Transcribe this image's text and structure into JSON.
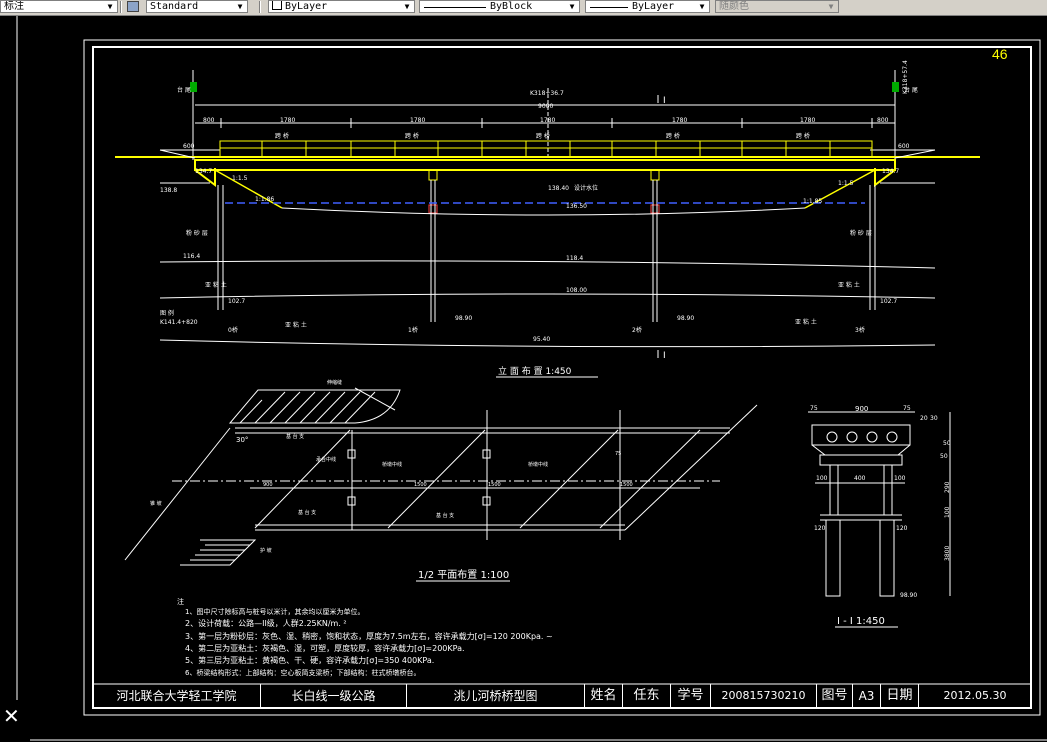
{
  "toolbar": {
    "style_combo": "标注",
    "textstyle_combo": "Standard",
    "layer_combo": "ByLayer",
    "linetype_combo": "ByBlock",
    "lineweight_combo": "ByLayer",
    "color_combo": "随颜色"
  },
  "drawing": {
    "page_number": "46",
    "elevation": {
      "title": "立 面 布 置  1:450",
      "section_mark": "I",
      "left_end": "台 尾",
      "right_end": "台 尾",
      "center_station": "K318+36.7",
      "right_station": "K318+57.4",
      "left_station": "K141.4+820",
      "total_length": "9000",
      "spans": [
        "1780",
        "1780",
        "1780",
        "1780",
        "1780"
      ],
      "end_dims": [
        "800",
        "800"
      ],
      "abut_dims": [
        "600",
        "600"
      ],
      "span_labels": [
        "跨 桥",
        "跨 桥",
        "跨 桥",
        "跨 桥",
        "跨 桥"
      ],
      "slope_left": "1:1.5",
      "slope_right": "1:1.5",
      "slope_a": "1:1.86",
      "slope_b": "1:1.85",
      "water_level": "138.40",
      "water_label": "设计水位",
      "water_level2": "136.50",
      "elev_left_top": "134.7",
      "elev_right_top": "134.7",
      "elev_left2": "138.8",
      "elev_bank": "116.4",
      "elev_mid": "118.4",
      "elev_low": "108.00",
      "elev_left_pile": "102.7",
      "elev_right_pile": "102.7",
      "elev_p1": "98.90",
      "elev_p2": "98.90",
      "elev_bottom": "95.40",
      "soil_1": "粉 砂 层",
      "soil_2": "粉 砂 层",
      "soil_3": "亚 粘 土",
      "soil_4": "亚 粘 土",
      "soil_5": "亚 粘 土",
      "soil_6": "亚 粘 土",
      "soil_7": "图 例",
      "pier_labels": [
        "0桥",
        "1桥",
        "2桥",
        "3桥"
      ]
    },
    "plan": {
      "title": "1/2 平面布置   1:100",
      "road_label": "路线中线",
      "angle": "30°",
      "span_dims": [
        "900",
        "1500",
        "1500",
        "1500"
      ],
      "tags": [
        "伸缩缝",
        "承台中线",
        "桥墩中线",
        "桥墩中线",
        "基 台 支",
        "基 台 支",
        "基 台 支",
        "护 坡",
        "锥 坡"
      ],
      "edge_dim": "75"
    },
    "section": {
      "title": "I - I  1:450",
      "top_width": "900",
      "top_sides": [
        "75",
        "75"
      ],
      "right_dims": [
        "20",
        "50",
        "30",
        "50"
      ],
      "mid_dims": [
        "100",
        "400",
        "100"
      ],
      "col_dims": [
        "120",
        "120"
      ],
      "height_dims": [
        "290",
        "100",
        "3800"
      ],
      "base_elev": "98.90"
    },
    "notes": {
      "header": "注",
      "lines": [
        "1、图中尺寸除标高与桩号以米计，其余均以厘米为单位。",
        "2、设计荷载：公路—II级，人群2.25KN/m.  ²",
        "3、第一层为粉砂层：灰色、湿、稍密，饱和状态，厚度为7.5m左右，容许承载力[σ]=120    200Kpa. ~",
        "4、第二层为亚粘土：灰褐色、湿，可塑，厚度较厚，容许承载力[σ]=200KPa.",
        "5、第三层为亚粘土：黄褐色、干、硬，容许承载力[σ]=350    400KPa.",
        "6、桥梁结构形式：上部结构：空心板简支梁桥；下部结构：柱式桥墩桥台。"
      ]
    }
  },
  "title_block": {
    "school": "河北联合大学轻工学院",
    "project": "长白线一级公路",
    "drawing_name": "洮儿河桥桥型图",
    "name_label": "姓名",
    "name": "任东",
    "id_label": "学号",
    "id": "200815730210",
    "fig_label": "图号",
    "fig": "A3",
    "date_label": "日期",
    "date": "2012.05.30"
  },
  "colors": {
    "background": "#000000",
    "line": "#ffffff",
    "deck": "#ffff00",
    "water": "#0000ff",
    "toolbar": "#d4d0c8"
  }
}
